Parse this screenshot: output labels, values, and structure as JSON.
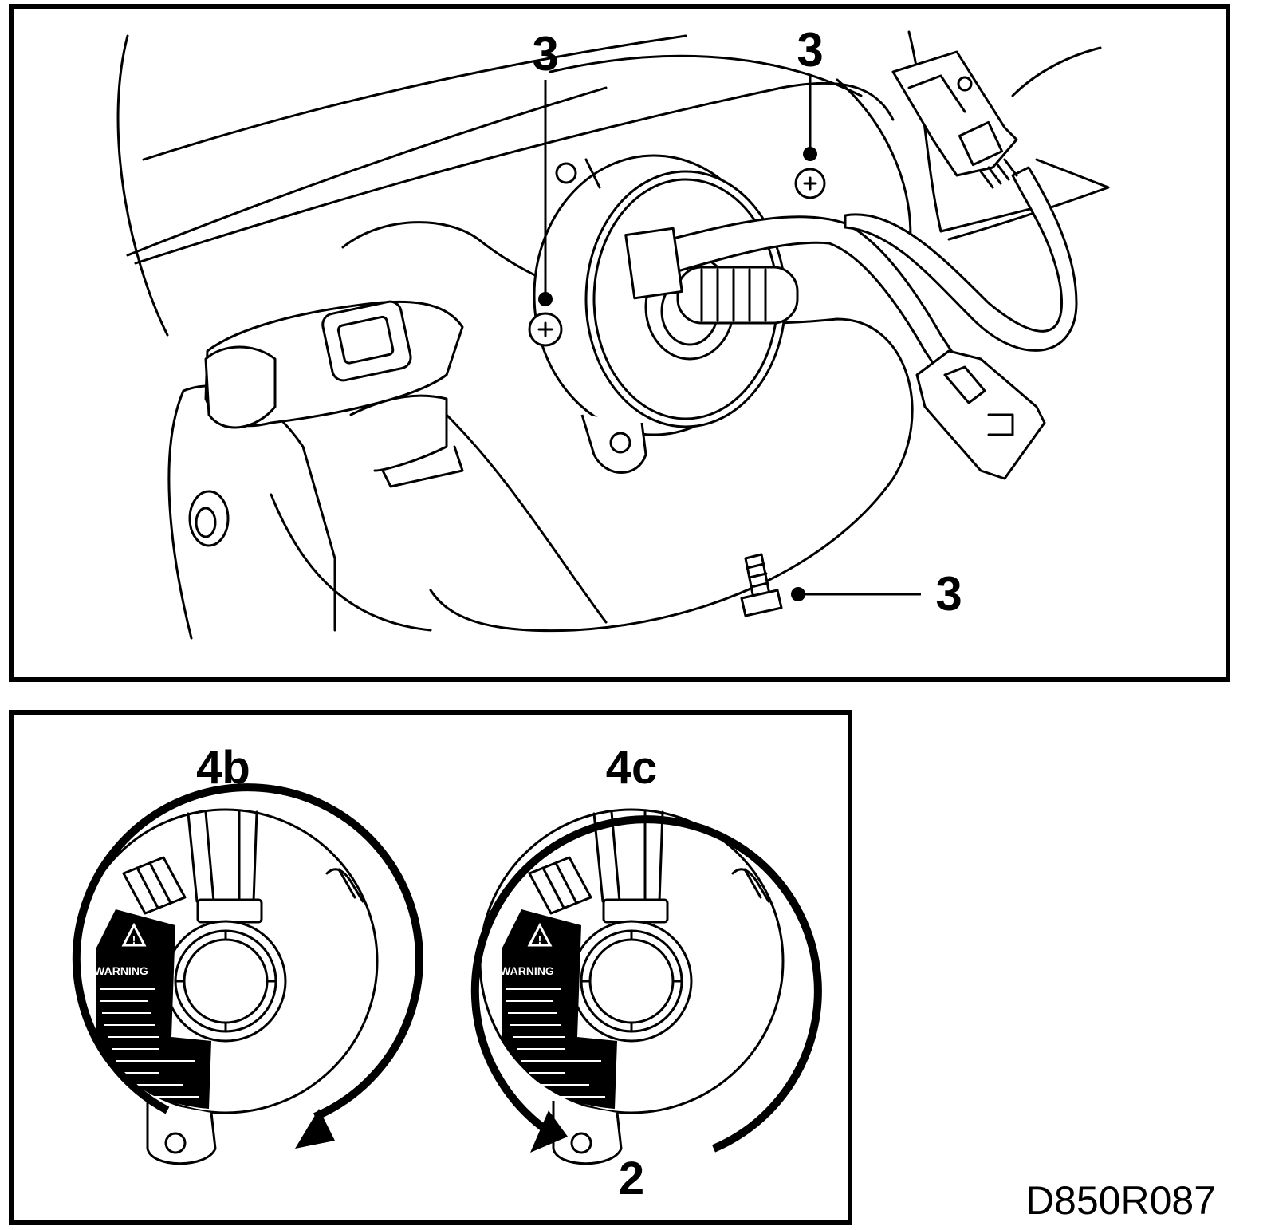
{
  "callouts": {
    "top_left": "3",
    "top_right": "3",
    "bottom_screw": "3",
    "view_4b": "4b",
    "view_4c": "4c",
    "lower_tab": "2"
  },
  "warning_label": {
    "heading": "WARNING"
  },
  "drawing_code": "D850R087"
}
